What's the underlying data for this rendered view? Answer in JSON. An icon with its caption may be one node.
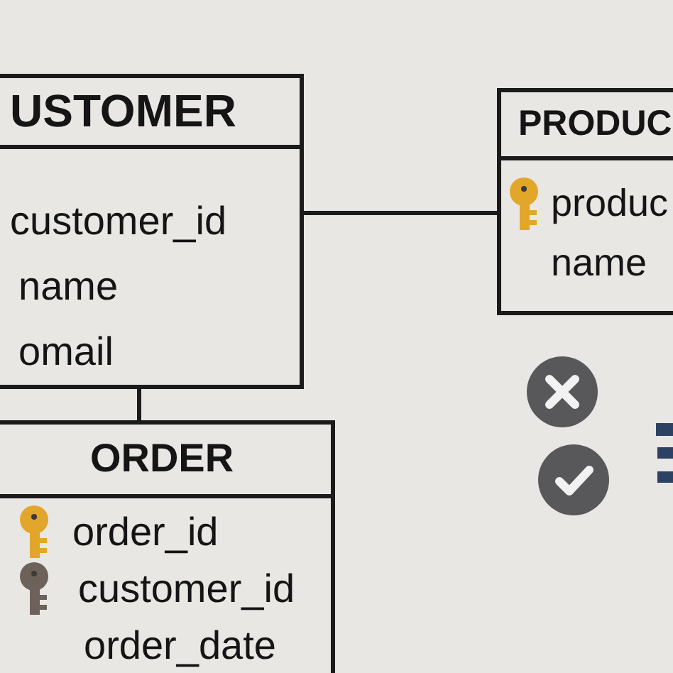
{
  "diagram": {
    "nodes": [
      {
        "text": [
          "USTOMER",
          "customer_id",
          "name",
          "omail"
        ]
      },
      {
        "text": [
          "PRODUC",
          "produc",
          "name"
        ]
      },
      {
        "text": [
          "ORDER",
          "order_id",
          "customer_id",
          "order_date"
        ]
      }
    ],
    "edges": [
      {
        "from": 0,
        "to": 1,
        "arrow": "none"
      },
      {
        "from": 0,
        "to": 2,
        "arrow": "none"
      }
    ]
  }
}
